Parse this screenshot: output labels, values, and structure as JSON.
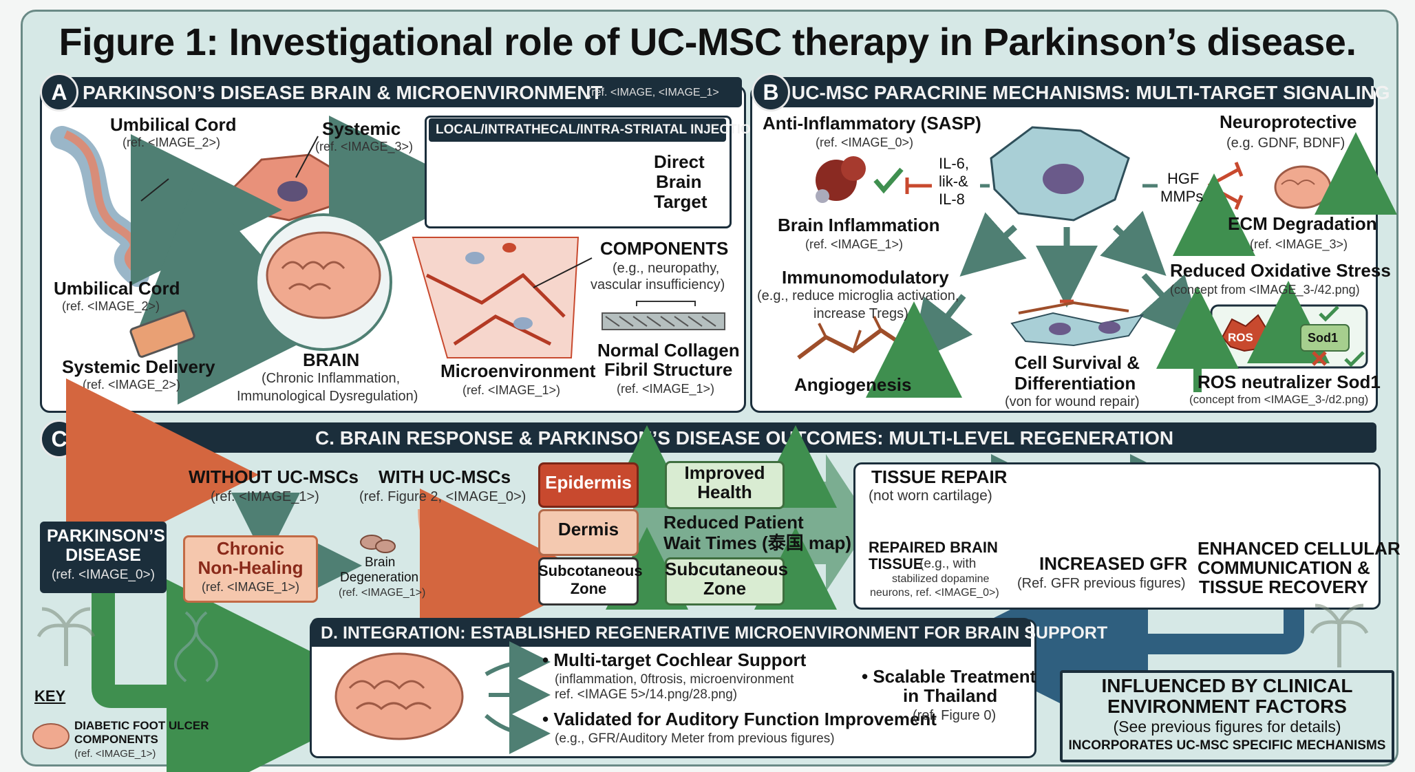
{
  "title": "Figure 1: Investigational role of UC-MSC therapy in Parkinson’s disease.",
  "panelA": {
    "letter": "A",
    "heading": "PARKINSON’S DISEASE BRAIN & MICROENVIRONMENT",
    "heading_ref": "(ref. <IMAGE, <IMAGE_1>",
    "cord_top": "Umbilical Cord",
    "cord_top_ref": "(ref. <IMAGE_2>)",
    "systemic": "Systemic",
    "systemic_ref": "(ref. <IMAGE_3>)",
    "injection_header": "LOCAL/INTRATHECAL/INTRA-STRIATAL INJECTION",
    "direct_target": [
      "Direct",
      "Brain",
      "Target"
    ],
    "cord_mid": "Umbilical Cord",
    "cord_mid_ref": "(ref. <IMAGE_2>)",
    "systemic_delivery": "Systemic Delivery",
    "systemic_delivery_ref": "(ref. <IMAGE_2>)",
    "brain": "BRAIN",
    "brain_desc": [
      "(Chronic Inflammation,",
      "Immunological Dysregulation)"
    ],
    "micro": "Microenvironment",
    "micro_ref": "(ref. <IMAGE_1>)",
    "components": "COMPONENTS",
    "components_desc": [
      "(e.g., neuropathy,",
      "vascular insufficiency)"
    ],
    "collagen": [
      "Normal Collagen",
      "Fibril Structure"
    ],
    "collagen_ref": "(ref. <IMAGE_1>)"
  },
  "panelB": {
    "letter": "B",
    "heading": "UC-MSC PARACRINE MECHANISMS: MULTI-TARGET SIGNALING",
    "anti_inflam": "Anti-Inflammatory (SASP)",
    "anti_inflam_ref": "(ref. <IMAGE_0>)",
    "il": [
      "IL-6,",
      "lik-&",
      "IL-8"
    ],
    "brain_inflam": "Brain Inflammation",
    "brain_inflam_ref": "(ref. <IMAGE_1>)",
    "hgf": [
      "HGF",
      "MMPs"
    ],
    "neuroprotective": "Neuroprotective",
    "neuroprotective_desc": "(e.g. GDNF, BDNF)",
    "ecm": "ECM Degradation",
    "ecm_ref": "(ref. <IMAGE_3>)",
    "immuno": "Immunomodulatory",
    "immuno_desc": [
      "(e.g., reduce microglia activation,",
      "increase Tregs)"
    ],
    "ros_title": "Reduced Oxidative Stress",
    "ros_title_ref": "(concept from <IMAGE_3-/42.png)",
    "angio": "Angiogenesis",
    "cell_survival": [
      "Cell Survival &",
      "Differentiation"
    ],
    "cell_survival_desc": "(von for wound repair)",
    "ros_label": "ROS",
    "sod_label": "Sod1",
    "ros_neutral": "ROS neutralizer Sod1",
    "ros_neutral_ref": "(concept from <IMAGE_3-/d2.png)"
  },
  "panelC": {
    "letter": "C",
    "heading": "C. BRAIN RESPONSE & PARKINSON’S DISEASE OUTCOMES: MULTI-LEVEL REGENERATION",
    "pd": [
      "PARKINSON’S",
      "DISEASE"
    ],
    "pd_ref": "(ref. <IMAGE_0>)",
    "without": "WITHOUT UC-MSCs",
    "without_ref": "(ref. <IMAGE_1>)",
    "with": "WITH UC-MSCs",
    "with_ref": "(ref. Figure 2, <IMAGE_0>)",
    "chronic": [
      "Chronic",
      "Non-Healing"
    ],
    "chronic_ref": "(ref. <IMAGE_1>)",
    "degeneration": [
      "Brain",
      "Degeneration"
    ],
    "degeneration_ref": "(ref. <IMAGE_1>)",
    "epidermis": "Epidermis",
    "dermis": "Dermis",
    "subcut": [
      "Subcotaneous",
      "Zone"
    ],
    "improved": [
      "Improved",
      "Health"
    ],
    "reduced": [
      "Reduced Patient",
      "Wait Times (泰国 map)"
    ],
    "subcut2": [
      "Subcutaneous",
      "Zone"
    ],
    "tissue_repair": "TISSUE REPAIR",
    "tissue_repair_desc": "(not worn cartilage)",
    "repaired": [
      "REPAIRED BRAIN",
      "TISSUE"
    ],
    "repaired_eg": "(e.g., with",
    "repaired_desc": [
      "stabilized dopamine",
      "neurons, ref. <IMAGE_0>)"
    ],
    "gfr": "INCREASED GFR",
    "gfr_ref": "(Ref. GFR previous figures)",
    "enhanced": [
      "ENHANCED CELLULAR",
      "COMMUNICATION &",
      "TISSUE RECOVERY"
    ]
  },
  "panelD": {
    "heading": "D. INTEGRATION: ESTABLISHED REGENERATIVE MICROENVIRONMENT FOR BRAIN SUPPORT",
    "b1": "• Multi-target Cochlear Support",
    "b1_desc": [
      "(inflammation, 0ftrosis, microenvironment",
      "ref. <IMAGE 5>/14.png/28.png)"
    ],
    "b2": "• Validated for Auditory Function Improvement",
    "b2_desc": "(e.g., GFR/Auditory Meter from previous figures)",
    "b3": [
      "• Scalable Treatment",
      "in Thailand"
    ],
    "b3_ref": "(ref. Figure 0)"
  },
  "key": {
    "label": "KEY",
    "desc": [
      "DIABETIC FOOT ULCER",
      "COMPONENTS"
    ],
    "ref": "(ref. <IMAGE_1>)"
  },
  "influenced": {
    "title": [
      "INFLUENCED BY CLINICAL",
      "ENVIRONMENT FACTORS"
    ],
    "desc": "(See previous figures for details)",
    "footer": "INCORPORATES UC-MSC SPECIFIC MECHANISMS"
  },
  "colors": {
    "navy": "#1b2e3b",
    "teal_arrow": "#4f7f73",
    "green_arrow": "#3f8f4f",
    "orange_arrow": "#d4663f",
    "epidermis": "#c8492e",
    "dermis": "#f4c9b0",
    "green_box": "#d9ecd2",
    "bg": "#d6e8e6"
  },
  "icons": [
    "umbilical-cord-icon",
    "msc-cell-icon",
    "syringe-icon",
    "brain-icon",
    "blood-vessel-icon",
    "collagen-fibril-icon",
    "check-icon",
    "kidney-icon",
    "dna-icon",
    "palm-tree-icon",
    "ros-icon"
  ]
}
